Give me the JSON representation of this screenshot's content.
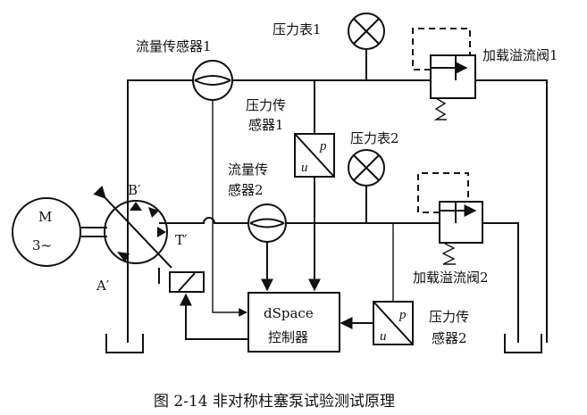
{
  "caption": "图 2-14 非对称柱塞泵试验测试原理",
  "motor": {
    "label_m": "M",
    "label_phase": "3~"
  },
  "pump_ports": {
    "b": "B′",
    "t": "T′",
    "a": "A′"
  },
  "flow_sensor_1": {
    "line1": "流量传感器1"
  },
  "flow_sensor_2": {
    "line1": "流量传",
    "line2": "感器2"
  },
  "pressure_gauge_1": "压力表1",
  "pressure_gauge_2": "压力表2",
  "pressure_sensor_1": {
    "line1": "压力传",
    "line2": "感器1",
    "p": "p",
    "u": "u"
  },
  "pressure_sensor_2": {
    "line1": "压力传",
    "line2": "感器2",
    "p": "p",
    "u": "u"
  },
  "relief_valve_1": "加载溢流阀1",
  "relief_valve_2": "加载溢流阀2",
  "controller": {
    "line1": "dSpace",
    "line2": "控制器"
  }
}
